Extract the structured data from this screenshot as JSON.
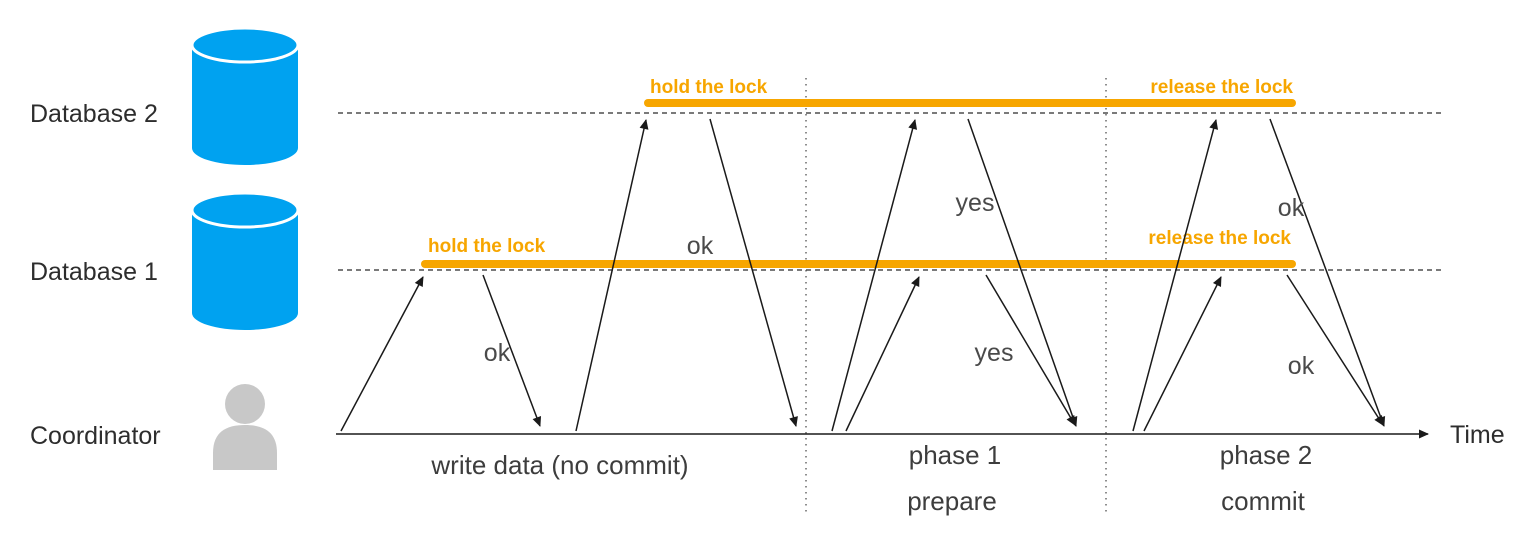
{
  "diagram": {
    "title_semantic": "two-phase-commit-sequence-diagram",
    "lanes": [
      {
        "label": "Database 2",
        "icon": "database-cylinder-icon"
      },
      {
        "label": "Database 1",
        "icon": "database-cylinder-icon"
      },
      {
        "label": "Coordinator",
        "icon": "person-silhouette-icon"
      }
    ],
    "time_axis_label": "Time",
    "locks": {
      "database_2": {
        "hold": "hold the lock",
        "release": "release the lock"
      },
      "database_1": {
        "hold": "hold the lock",
        "release": "release the lock"
      }
    },
    "messages": {
      "write_db1_ack": "ok",
      "write_db2_ack": "ok",
      "prepare_db2_ack": "yes",
      "prepare_db1_ack": "yes",
      "commit_db2_ack": "ok",
      "commit_db1_ack": "ok"
    },
    "phases": [
      {
        "title": "write data (no commit)",
        "subtitle": ""
      },
      {
        "title": "phase 1",
        "subtitle": "prepare"
      },
      {
        "title": "phase 2",
        "subtitle": "commit"
      }
    ],
    "colors": {
      "database_icon": "#00A2F0",
      "lock": "#F7A600",
      "person_icon": "#C8C8C8",
      "line": "#1A1A1A",
      "label_text": "#2D2D2D",
      "ack_text": "#4A4A4A"
    }
  }
}
